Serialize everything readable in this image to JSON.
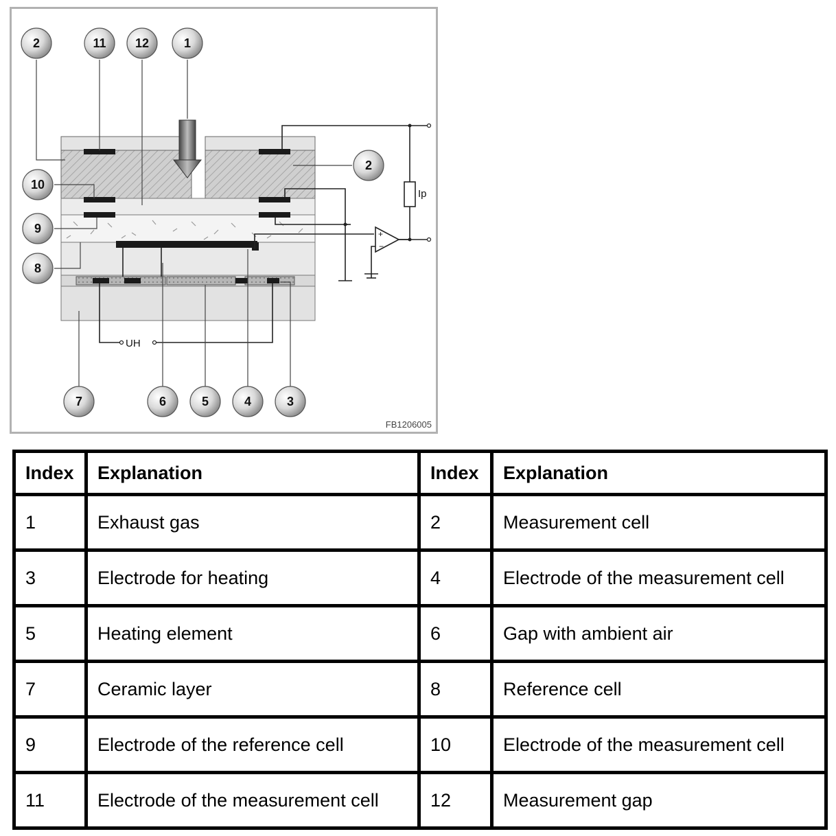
{
  "figure": {
    "code": "FB1206005",
    "callouts": [
      "1",
      "2",
      "2",
      "3",
      "4",
      "5",
      "6",
      "7",
      "8",
      "9",
      "10",
      "11",
      "12"
    ],
    "labels": {
      "pump_current": "Ip",
      "heater_voltage": "UH"
    }
  },
  "legend": {
    "headers": [
      "Index",
      "Explanation",
      "Index",
      "Explanation"
    ],
    "rows": [
      [
        "1",
        "Exhaust gas",
        "2",
        "Measurement cell"
      ],
      [
        "3",
        "Electrode for heating",
        "4",
        "Electrode of the measurement cell"
      ],
      [
        "5",
        "Heating element",
        "6",
        "Gap with ambient air"
      ],
      [
        "7",
        "Ceramic layer",
        "8",
        "Reference cell"
      ],
      [
        "9",
        "Electrode of the reference cell",
        "10",
        "Electrode of the measurement cell"
      ],
      [
        "11",
        "Electrode of the measurement cell",
        "12",
        "Measurement gap"
      ]
    ]
  }
}
